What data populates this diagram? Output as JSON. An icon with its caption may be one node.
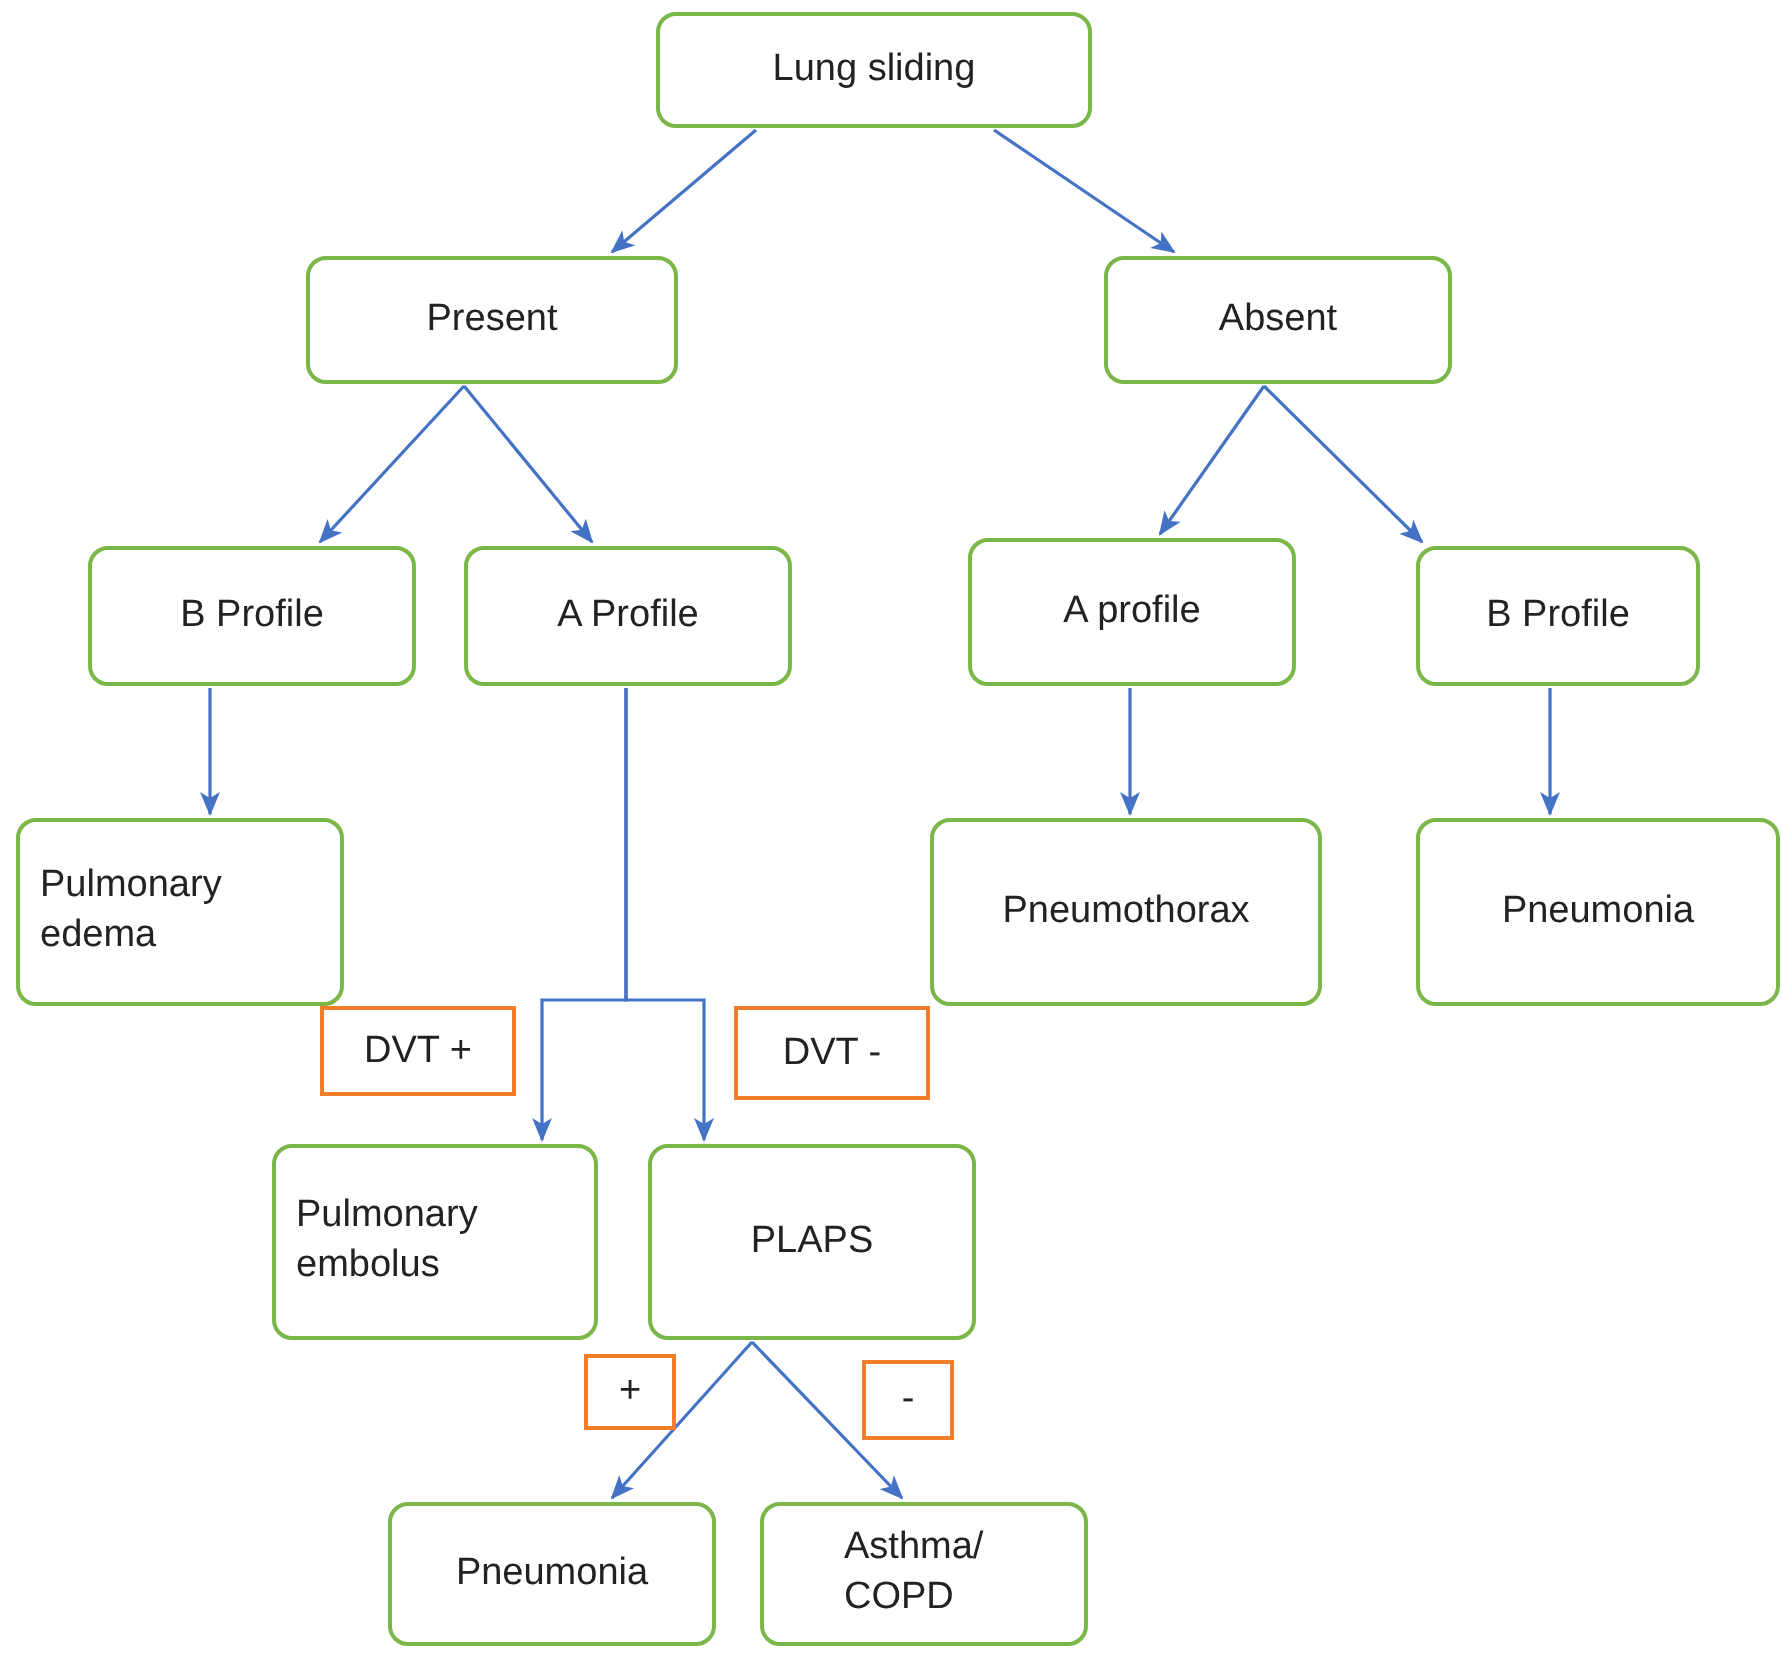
{
  "diagram": {
    "nodes": [
      {
        "text": [
          "Lung sliding"
        ]
      },
      {
        "text": [
          "Present"
        ]
      },
      {
        "text": [
          "Absent"
        ]
      },
      {
        "text": [
          "B Profile"
        ]
      },
      {
        "text": [
          "A Profile"
        ]
      },
      {
        "text": [
          "A profile"
        ]
      },
      {
        "text": [
          "B Profile"
        ]
      },
      {
        "text": [
          "Pulmonary edema"
        ]
      },
      {
        "text": [
          "Pneumothorax"
        ]
      },
      {
        "text": [
          "Pneumonia"
        ]
      },
      {
        "text": [
          "Pulmonary embolus"
        ]
      },
      {
        "text": [
          "PLAPS"
        ]
      },
      {
        "text": [
          "Pneumonia"
        ]
      },
      {
        "text": [
          "Asthma/ COPD"
        ]
      }
    ],
    "edges": [
      {
        "from": 0,
        "to": 1,
        "arrow": "to"
      },
      {
        "from": 0,
        "to": 2,
        "arrow": "to"
      },
      {
        "from": 1,
        "to": 3,
        "arrow": "to"
      },
      {
        "from": 1,
        "to": 4,
        "arrow": "to"
      },
      {
        "from": 2,
        "to": 5,
        "arrow": "to"
      },
      {
        "from": 2,
        "to": 6,
        "arrow": "to"
      },
      {
        "from": 3,
        "to": 7,
        "arrow": "to"
      },
      {
        "from": 4,
        "to": 10,
        "arrow": "to",
        "label": "DVT +"
      },
      {
        "from": 4,
        "to": 11,
        "arrow": "to",
        "label": "DVT -"
      },
      {
        "from": 5,
        "to": 8,
        "arrow": "to"
      },
      {
        "from": 6,
        "to": 9,
        "arrow": "to"
      },
      {
        "from": 11,
        "to": 12,
        "arrow": "to",
        "label": "+"
      },
      {
        "from": 11,
        "to": 13,
        "arrow": "to",
        "label": "-"
      }
    ]
  }
}
